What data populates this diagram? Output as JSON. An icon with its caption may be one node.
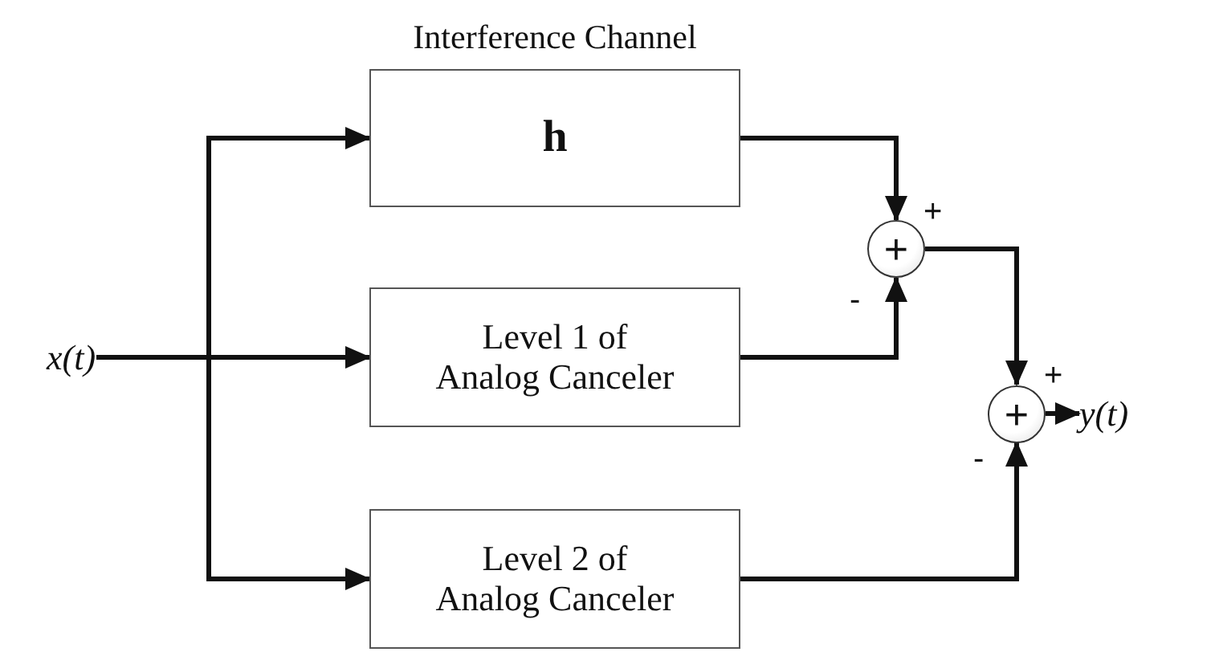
{
  "diagram": {
    "nodes": [
      {
        "text": [
          "x(t)"
        ]
      },
      {
        "text": [
          "Interference Channel",
          "h"
        ]
      },
      {
        "text": [
          "Level 1 of Analog Canceler"
        ]
      },
      {
        "text": [
          "Level 2 of Analog Canceler"
        ]
      },
      {
        "text": [
          "+"
        ]
      },
      {
        "text": [
          "+"
        ]
      },
      {
        "text": [
          "y(t)"
        ]
      }
    ],
    "edges": [
      {
        "from": 0,
        "to": 1,
        "arrow": "to"
      },
      {
        "from": 0,
        "to": 2,
        "arrow": "to"
      },
      {
        "from": 0,
        "to": 3,
        "arrow": "to"
      },
      {
        "from": 1,
        "to": 4,
        "arrow": "to"
      },
      {
        "from": 2,
        "to": 4,
        "arrow": "to"
      },
      {
        "from": 4,
        "to": 5,
        "arrow": "to"
      },
      {
        "from": 3,
        "to": 5,
        "arrow": "to"
      },
      {
        "from": 5,
        "to": 6,
        "arrow": "to"
      }
    ],
    "labels": [
      "+",
      "-",
      "+",
      "-"
    ]
  }
}
